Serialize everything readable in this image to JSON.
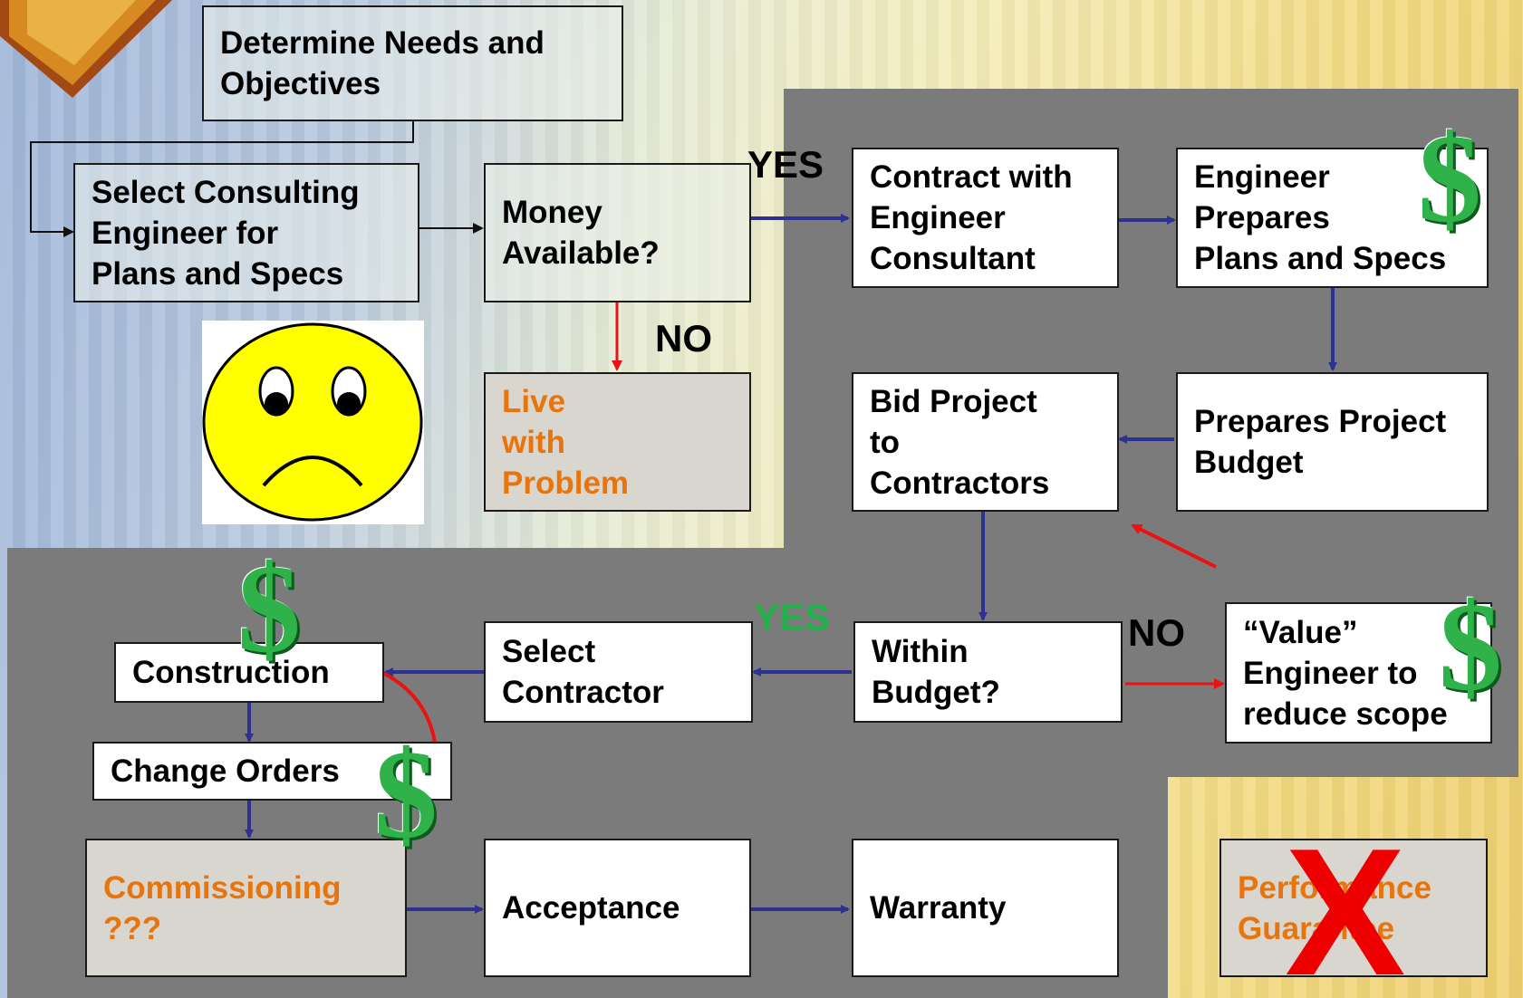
{
  "colors": {
    "flow": "#2e3192",
    "no_flow": "#ee1111",
    "dollar": "#2fb24a",
    "orange_text": "#e8740c",
    "panel": "#7b7b7b",
    "yes_green": "#22b04a"
  },
  "boxes": {
    "determine": "Determine Needs and\nObjectives",
    "select_engineer": "Select Consulting\nEngineer for\nPlans and Specs",
    "money": "Money\nAvailable?",
    "live": "Live\nwith\nProblem",
    "contract": "Contract with\nEngineer\nConsultant",
    "engineer_prepares": "Engineer\nPrepares\nPlans and Specs",
    "budget": "Prepares Project\nBudget",
    "bid": "Bid Project\nto\nContractors",
    "within": "Within\nBudget?",
    "value": "“Value”\nEngineer to\nreduce scope",
    "select_contractor": "Select\nContractor",
    "construction": "Construction",
    "change_orders": "Change Orders",
    "commissioning": "Commissioning\n???",
    "acceptance": "Acceptance",
    "warranty": "Warranty",
    "performance": "Performance\nGuarantee"
  },
  "labels": {
    "yes_top": "YES",
    "no_top": "NO",
    "yes_mid": "YES",
    "no_mid": "NO"
  },
  "icons": {
    "dollar_symbol": "$",
    "cross_symbol": "X",
    "sad_face": "sad-face-icon",
    "logo": "partnership-logo"
  }
}
